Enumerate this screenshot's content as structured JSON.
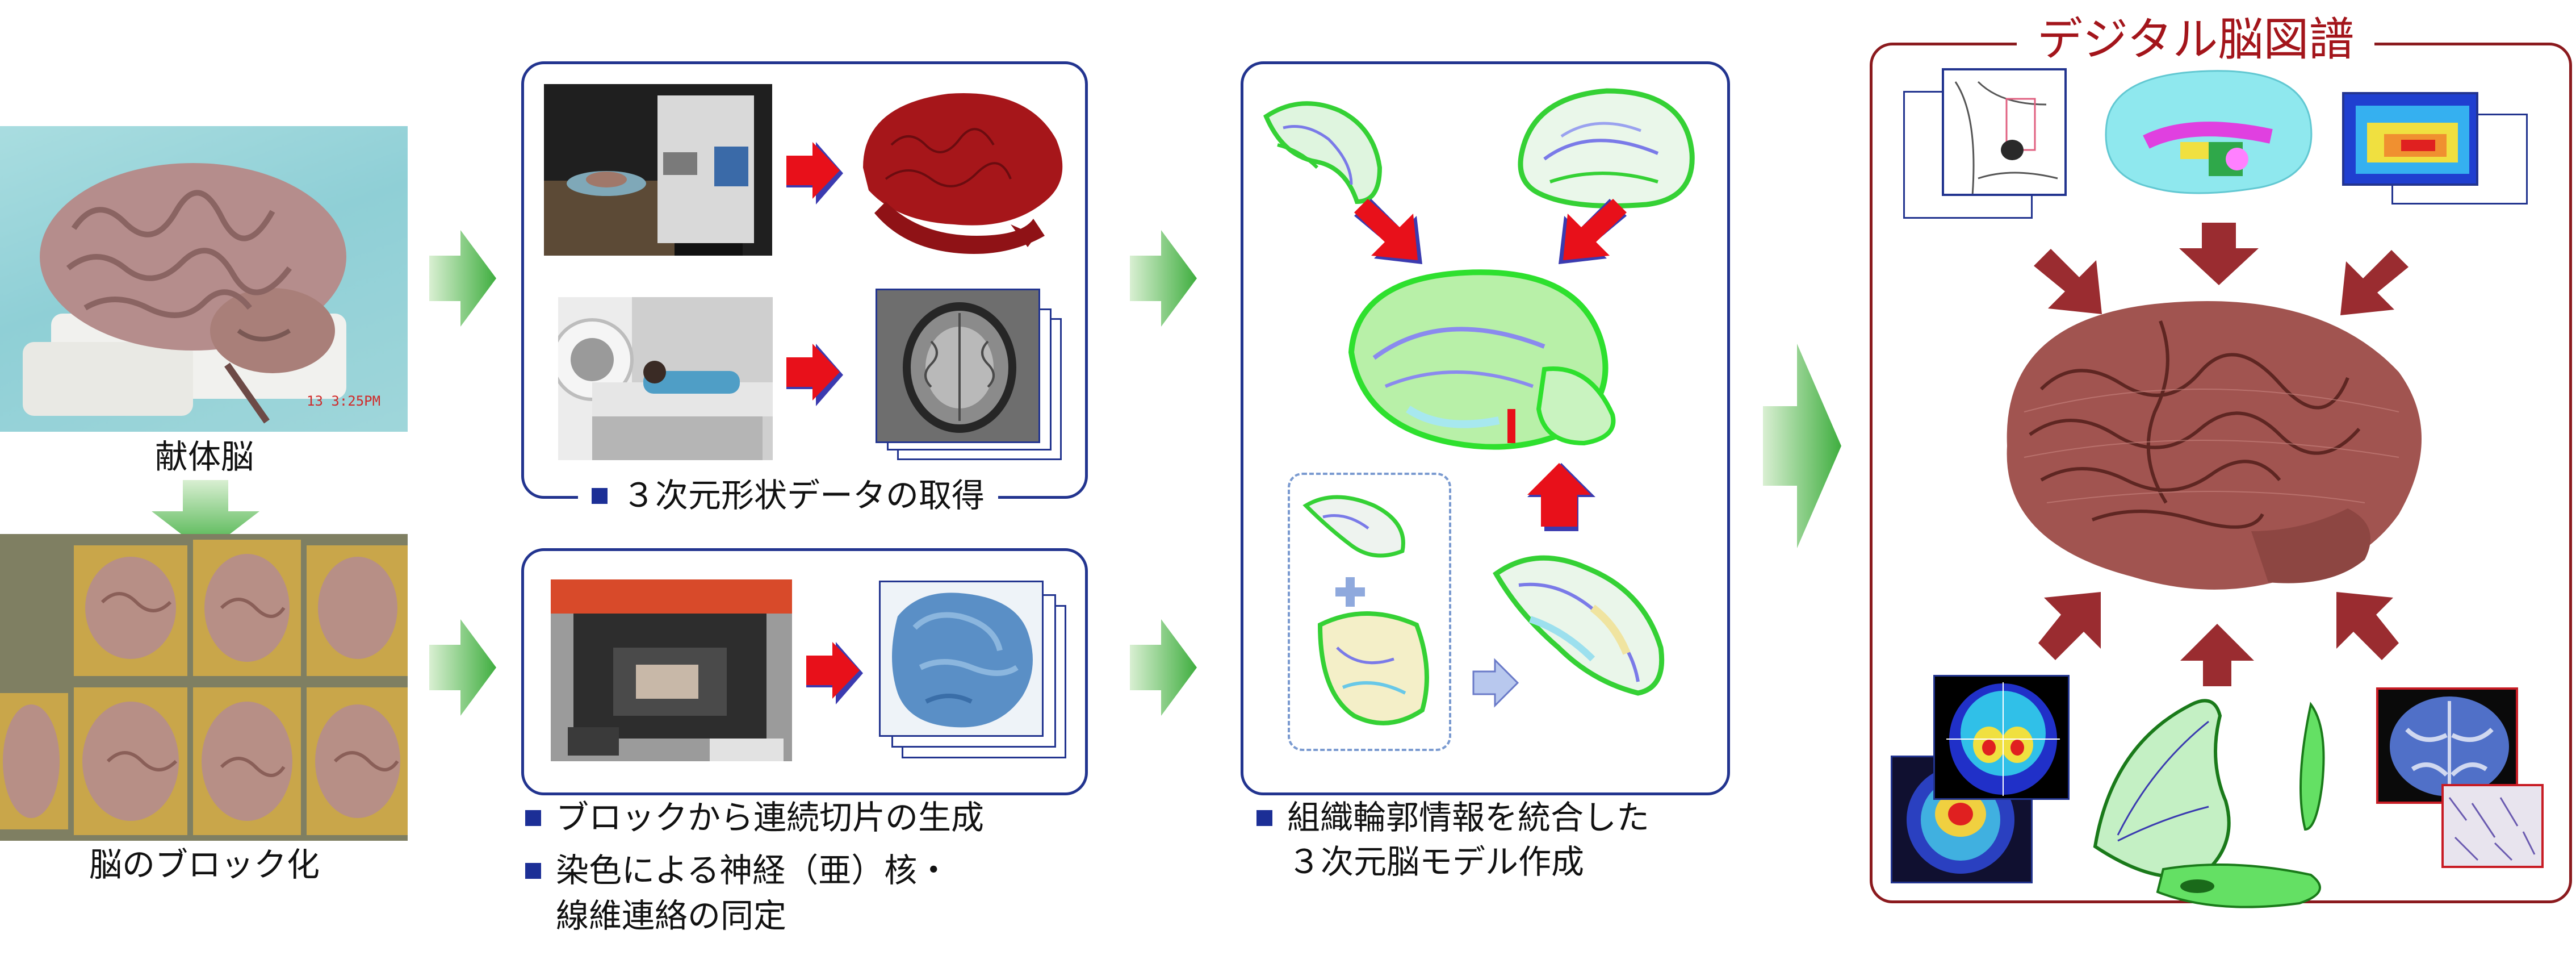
{
  "labels": {
    "donated_brain": "献体脳",
    "brain_blocking": "脳のブロック化",
    "shape_data": "３次元形状データの取得",
    "serial_sections": "ブロックから連続切片の生成",
    "staining_line1": "染色による神経（亜）核・",
    "staining_line2": "線維連絡の同定",
    "model_line1": "組織輪郭情報を統合した",
    "model_line2": "３次元脳モデル作成",
    "atlas_title": "デジタル脳図譜"
  },
  "photo_texts": {
    "timestamp": "13  3:25PM"
  },
  "colors": {
    "frame_blue": "#22348f",
    "bullet_blue": "#1c2f96",
    "atlas_red": "#a3151b",
    "flow_green": "#3fae3f",
    "step_red": "#e8101a"
  }
}
